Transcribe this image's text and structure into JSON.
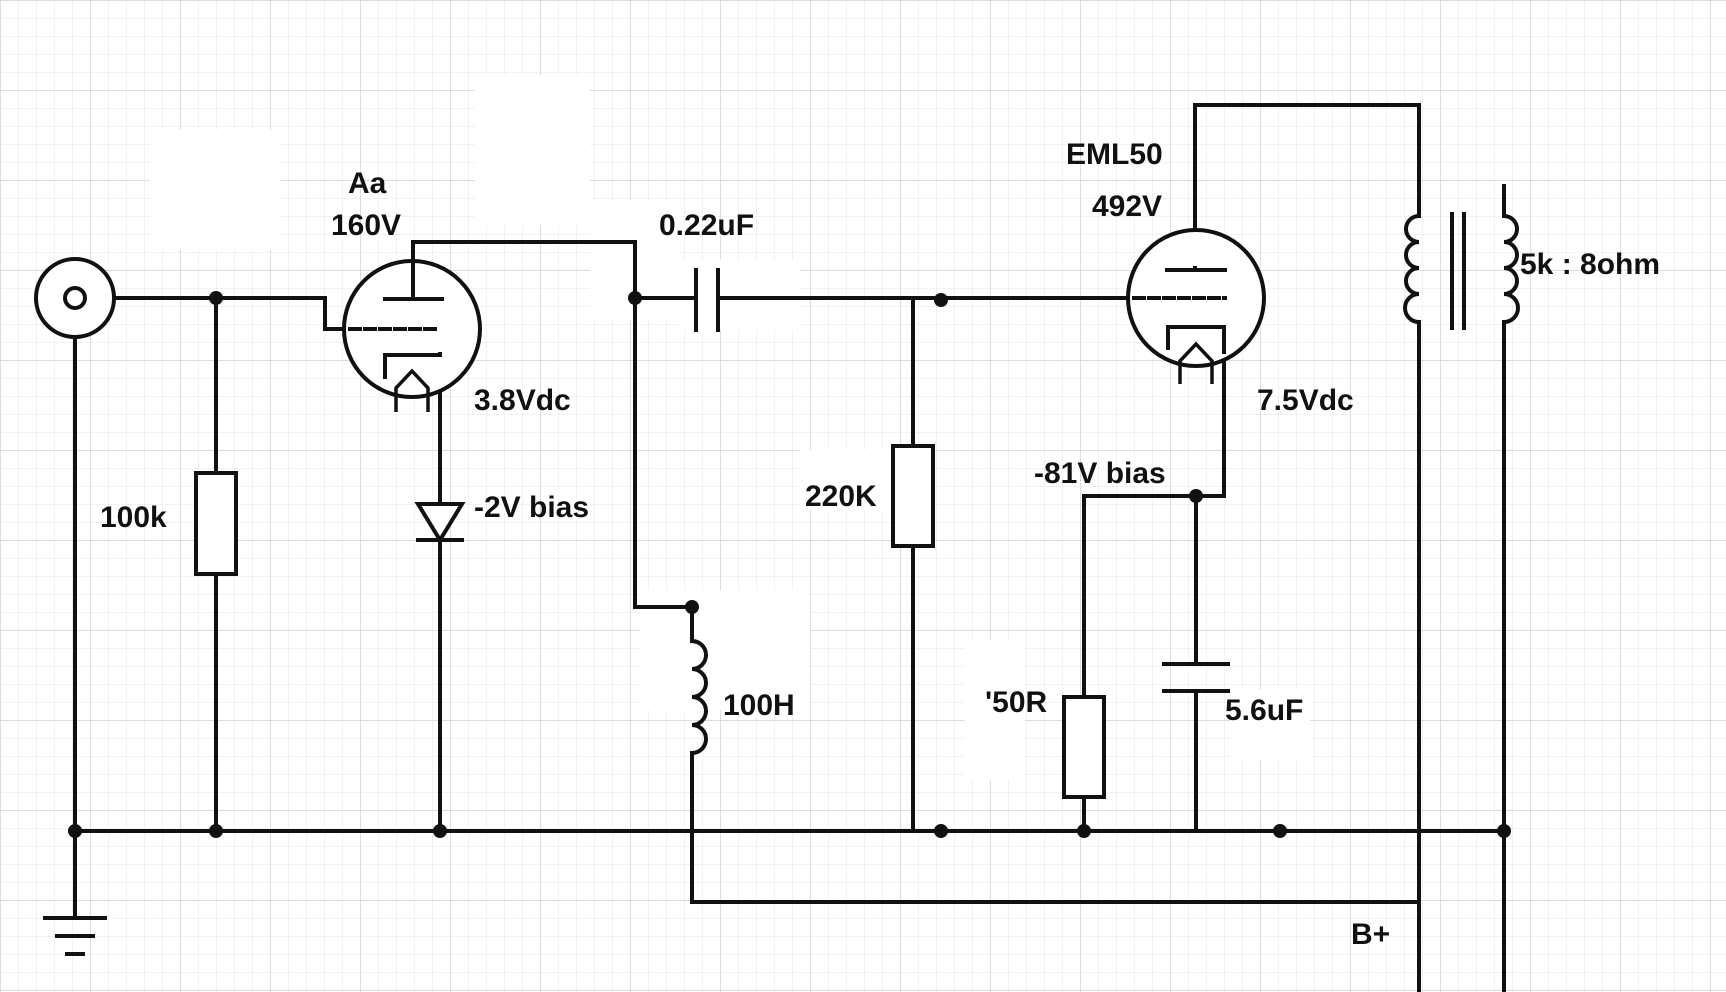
{
  "labels": {
    "tube1_name": "Aa",
    "tube1_plate_voltage": "160V",
    "tube1_cathode_voltage": "3.8Vdc",
    "coupling_cap": "0.22uF",
    "input_resistor": "100k",
    "diode_bias": "-2V bias",
    "choke": "100H",
    "grid_resistor": "220K",
    "tube2_name": "EML50",
    "tube2_plate_voltage": "492V",
    "tube2_cathode_voltage": "7.5Vdc",
    "tube2_bias": "-81V bias",
    "cathode_resistor": "'50R",
    "cathode_cap": "5.6uF",
    "transformer_ratio": "5k : 8ohm",
    "supply": "B+"
  },
  "colors": {
    "wire": "#111111",
    "grid": "#dcdcdc",
    "background": "#ffffff"
  }
}
